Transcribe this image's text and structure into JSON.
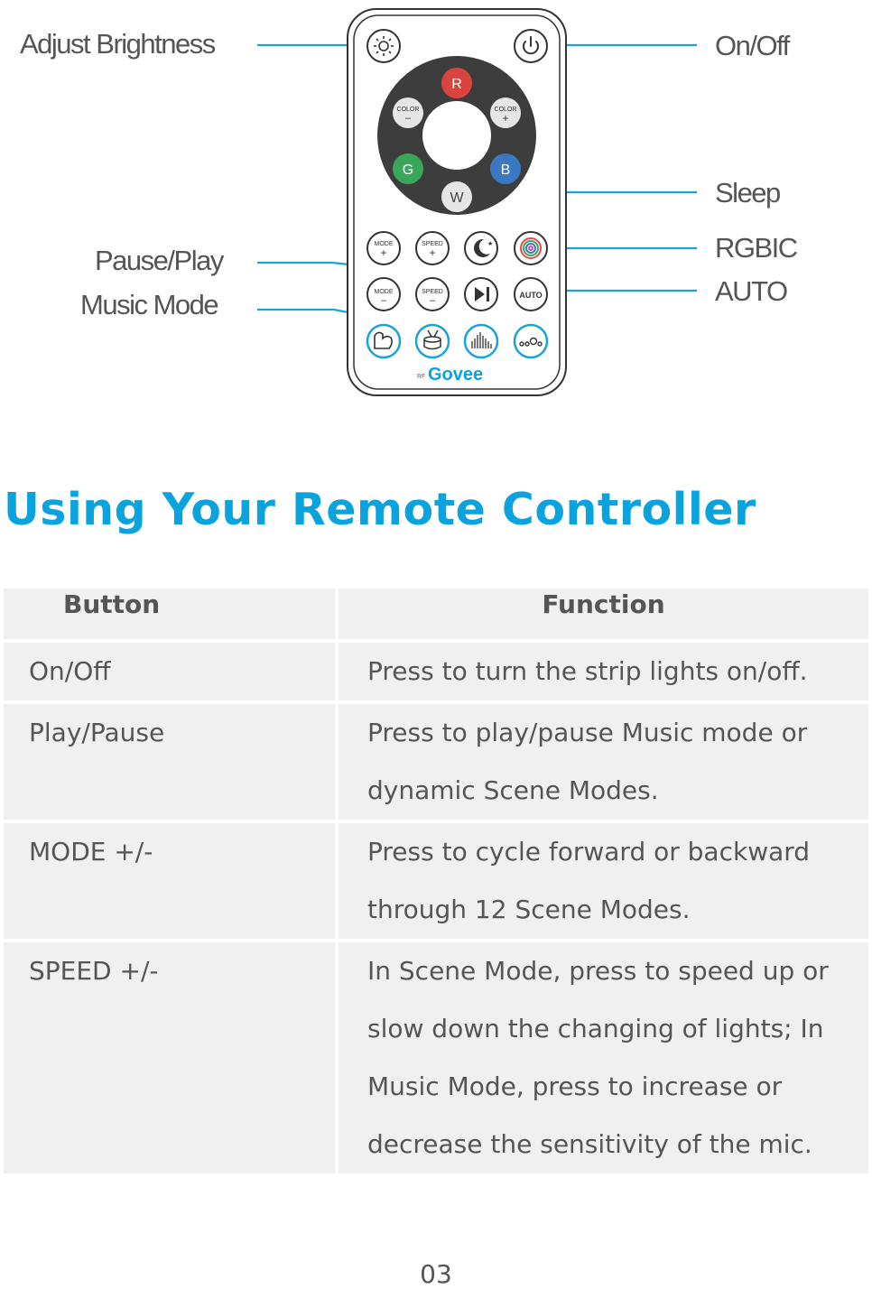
{
  "callouts": {
    "adjust_brightness": "Adjust Brightness",
    "on_off": "On/Off",
    "sleep": "Sleep",
    "rgbic": "RGBIC",
    "auto": "AUTO",
    "pause_play": "Pause/Play",
    "music_mode": "Music Mode"
  },
  "remote": {
    "color_wheel": {
      "r": "R",
      "g": "G",
      "b": "B",
      "w": "W",
      "color_minus": "COLOR",
      "color_plus": "COLOR"
    },
    "mode_label": "MODE",
    "speed_label": "SPEED",
    "auto_label": "AUTO",
    "plus": "+",
    "minus": "–",
    "brand": "Govee",
    "rf": "RF"
  },
  "title": "Using Your Remote Controller",
  "table": {
    "headers": [
      "Button",
      "Function"
    ],
    "rows": [
      {
        "button": "On/Off",
        "function": "Press to turn the strip lights on/off."
      },
      {
        "button": "Play/Pause",
        "function": "Press to play/pause Music mode or dynamic Scene Modes."
      },
      {
        "button": "MODE +/-",
        "function": "Press to cycle forward or backward through 12 Scene Modes."
      },
      {
        "button": "SPEED +/-",
        "function": "In Scene Mode, press to speed up or slow down the changing of lights; In Music Mode, press to increase or decrease the sensitivity of the mic."
      }
    ]
  },
  "page_number": "03",
  "colors": {
    "title_blue": "#0aa3dd",
    "line_blue": "#1aa3d9",
    "red": "#d9443f",
    "green": "#3aa65a",
    "blue": "#3a78c2",
    "wheel_dark": "#3d3d3d"
  }
}
